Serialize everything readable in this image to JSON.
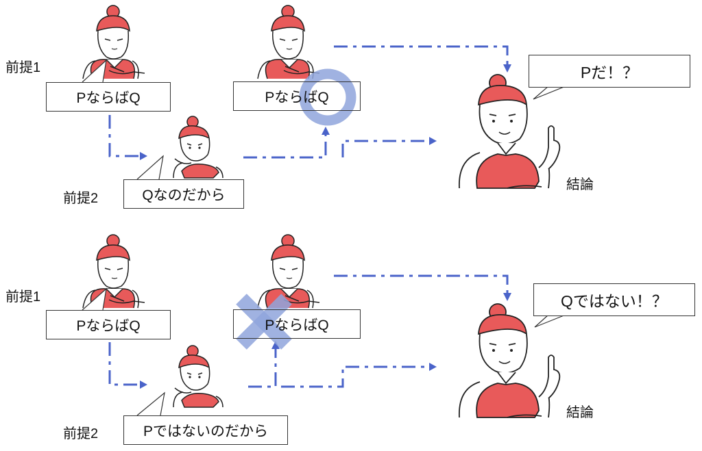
{
  "top": {
    "premise1_label": "前提1",
    "premise1_text": "PならばQ",
    "major_premise_text": "PならばQ",
    "premise2_label": "前提2",
    "premise2_text": "Qなのだから",
    "conclusion_text": "Pだ！？",
    "conclusion_label": "結論",
    "verdict_icon": "circle-icon"
  },
  "bottom": {
    "premise1_label": "前提1",
    "premise1_text": "PならばQ",
    "major_premise_text": "PならばQ",
    "premise2_label": "前提2",
    "premise2_text": "Pではないのだから",
    "conclusion_text": "Qではない！？",
    "conclusion_label": "結論",
    "verdict_icon": "cross-icon"
  },
  "colors": {
    "arrow": "#4a63c9",
    "verdict_mark": "#8fa4dc",
    "accent_red": "#e85a5a"
  }
}
